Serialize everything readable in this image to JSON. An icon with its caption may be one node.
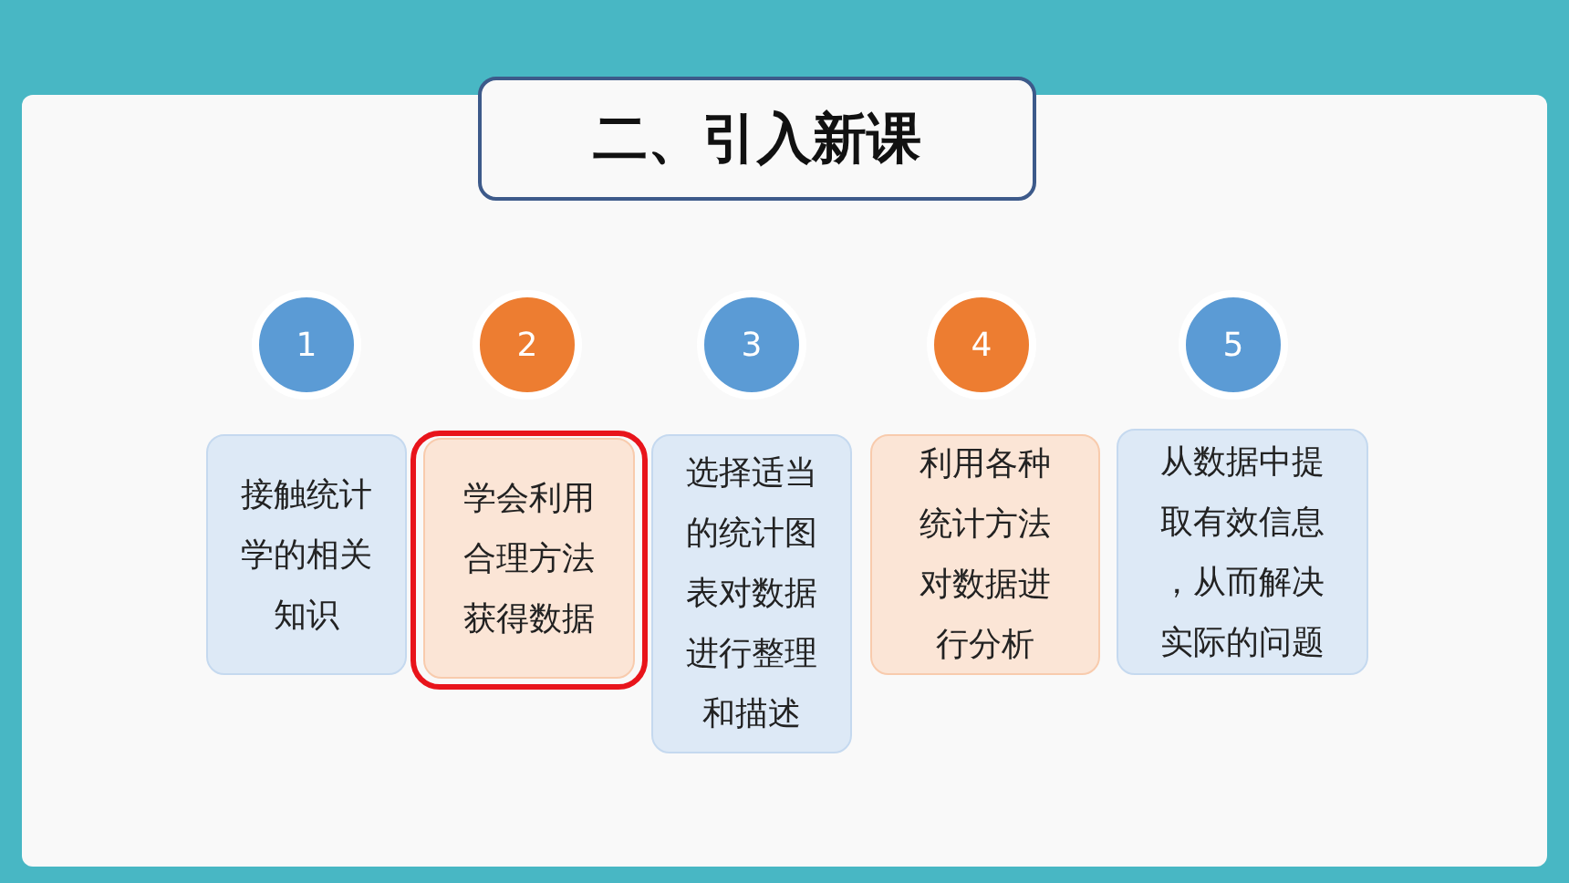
{
  "diagram": {
    "title": "二、引入新课",
    "nodes": [
      {
        "text": [
          "1"
        ]
      },
      {
        "text": [
          "2"
        ]
      },
      {
        "text": [
          "3"
        ]
      },
      {
        "text": [
          "4"
        ]
      },
      {
        "text": [
          "5"
        ]
      },
      {
        "text": [
          "接触统计学的相关知识"
        ]
      },
      {
        "text": [
          "学会利用合理方法获得数据"
        ]
      },
      {
        "text": [
          "选择适当的统计图表对数据进行整理和描述"
        ]
      },
      {
        "text": [
          "利用各种统计方法对数据进行分析"
        ]
      },
      {
        "text": [
          "从数据中提取有效信息，从而解决实际的问题"
        ]
      }
    ],
    "edges": []
  }
}
